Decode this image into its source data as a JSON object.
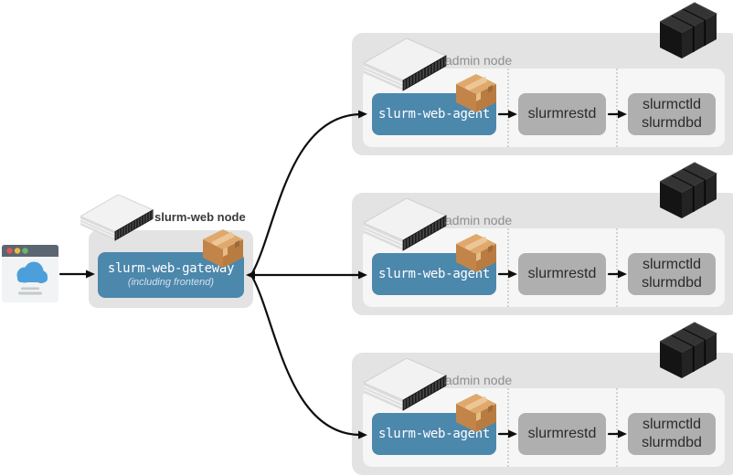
{
  "colors": {
    "accent_blue": "#4c87ac",
    "service_gray": "#afafaf",
    "node_background": "#e3e3e3",
    "panel_background": "#f6f6f6",
    "arrow_black": "#0e0e0e"
  },
  "gateway_node": {
    "node_label": "slurm-web node",
    "gateway_label": "slurm-web-gateway",
    "gateway_sublabel": "(including frontend)"
  },
  "admin_nodes": [
    {
      "node_label": "admin node",
      "agent_label": "slurm-web-agent",
      "restd_label": "slurmrestd",
      "ctld_label": "slurmctld",
      "dbd_label": "slurmdbd"
    },
    {
      "node_label": "admin node",
      "agent_label": "slurm-web-agent",
      "restd_label": "slurmrestd",
      "ctld_label": "slurmctld",
      "dbd_label": "slurmdbd"
    },
    {
      "node_label": "admin node",
      "agent_label": "slurm-web-agent",
      "restd_label": "slurmrestd",
      "ctld_label": "slurmctld",
      "dbd_label": "slurmdbd"
    }
  ]
}
